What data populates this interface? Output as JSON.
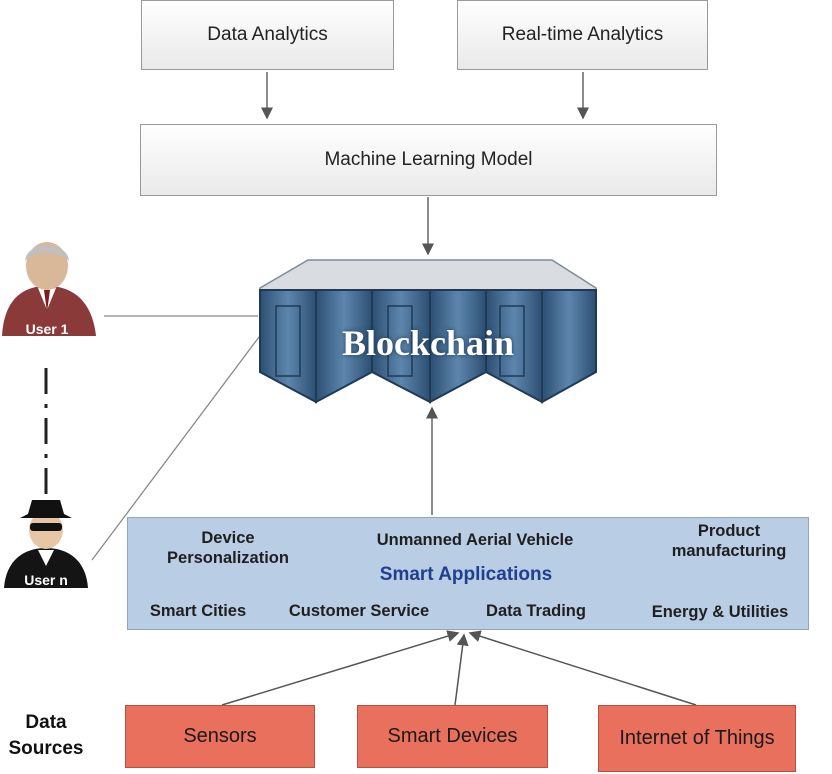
{
  "top_boxes": {
    "data_analytics": "Data Analytics",
    "realtime_analytics": "Real-time Analytics",
    "ml_model": "Machine Learning Model"
  },
  "blockchain_label": "Blockchain",
  "users": {
    "user_1": "User 1",
    "user_n": "User n"
  },
  "smart_apps": {
    "title": "Smart Applications",
    "device_personalization": "Device Personalization",
    "uav": "Unmanned Aerial Vehicle",
    "product_manufacturing": "Product manufacturing",
    "smart_cities": "Smart Cities",
    "customer_service": "Customer Service",
    "data_trading": "Data Trading",
    "energy_utilities": "Energy & Utilities"
  },
  "data_sources": {
    "label": "Data Sources",
    "sensors": "Sensors",
    "smart_devices": "Smart Devices",
    "iot": "Internet of Things"
  },
  "colors": {
    "source_box": "#e8705c",
    "apps_panel": "#b9cde5",
    "apps_title": "#1f3f8f",
    "blockchain_front": "#3f6588",
    "blockchain_top": "#d9dde2"
  }
}
